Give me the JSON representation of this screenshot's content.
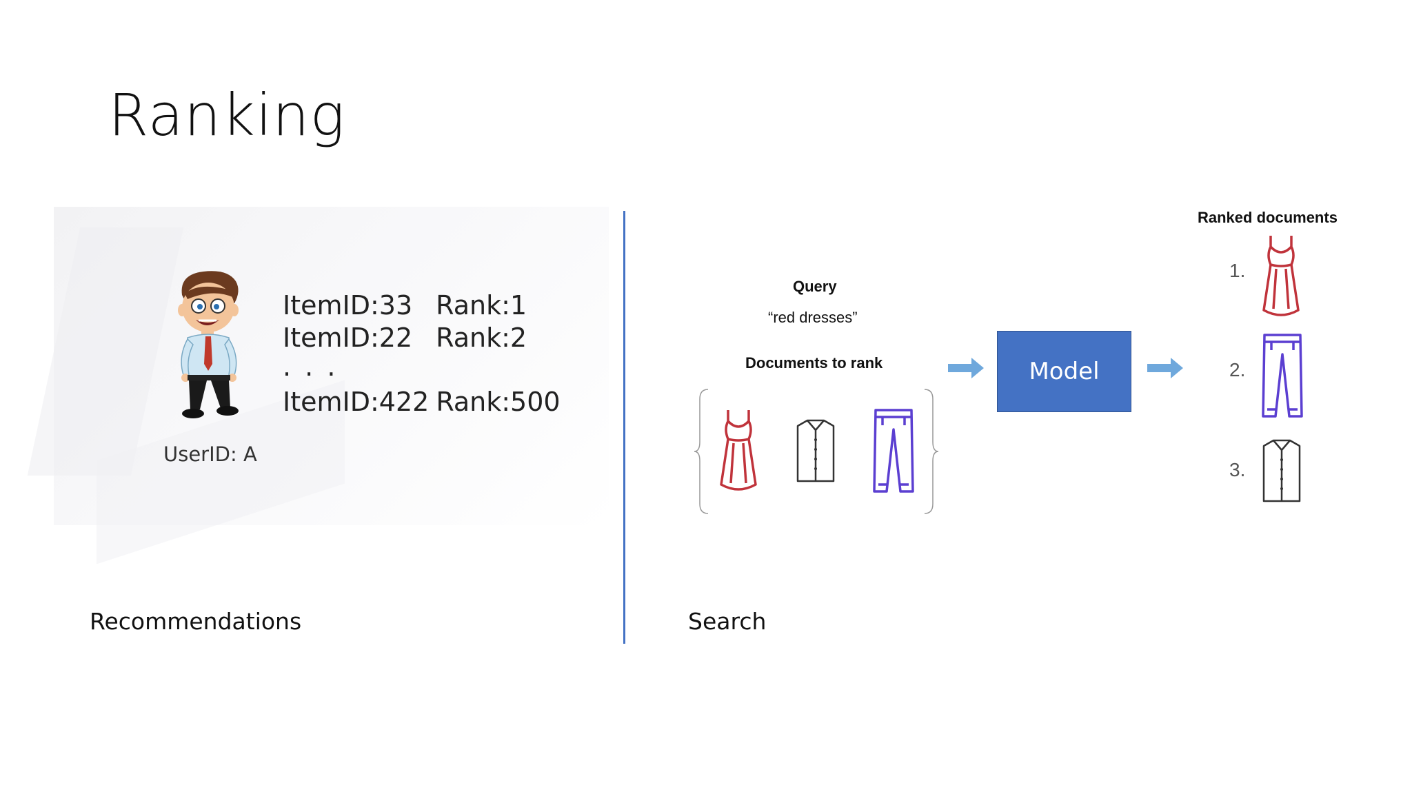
{
  "slide": {
    "title": "Ranking",
    "recommendations": {
      "rows": [
        {
          "item": "ItemID:33",
          "rank": "Rank:1"
        },
        {
          "item": "ItemID:22",
          "rank": "Rank:2"
        }
      ],
      "dots": ". . .",
      "last_row": {
        "item": "ItemID:422",
        "rank": "Rank:500"
      },
      "user_label": "UserID: A",
      "caption": "Recommendations"
    },
    "search": {
      "query_label": "Query",
      "query_text": "“red dresses”",
      "documents_label": "Documents to rank",
      "model_label": "Model",
      "ranked_label": "Ranked documents",
      "ranks": [
        "1.",
        "2.",
        "3."
      ],
      "caption": "Search"
    },
    "colors": {
      "divider": "#4472c4",
      "model_box": "#4472c4",
      "arrow": "#6fa8dc",
      "dress": "#c0333b",
      "pants": "#5b3fd1",
      "shirt": "#333333"
    },
    "icons": [
      "cartoon-person-icon",
      "dress-icon",
      "shirt-icon",
      "pants-icon",
      "arrow-right-icon",
      "curly-brace-icon"
    ]
  }
}
